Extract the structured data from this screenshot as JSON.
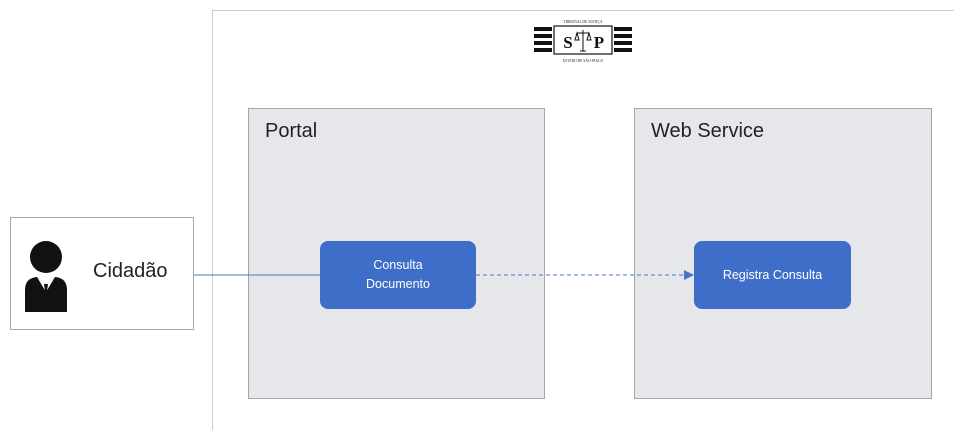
{
  "logo": {
    "top_text": "TRIBUNAL DE JUSTIÇA",
    "letters": [
      "S",
      "P"
    ],
    "bottom_text": "ESTADO DE SÃO PAULO"
  },
  "actor": {
    "label": "Cidadão",
    "icon": "person-icon"
  },
  "panels": [
    {
      "title": "Portal"
    },
    {
      "title": "Web Service"
    }
  ],
  "actions": {
    "consulta_documento": "Consulta\nDocumento",
    "registra_consulta": "Registra Consulta"
  },
  "colors": {
    "action_fill": "#3f6ec9",
    "panel_fill": "#e6e7ea",
    "connector": "#4a74c4"
  }
}
